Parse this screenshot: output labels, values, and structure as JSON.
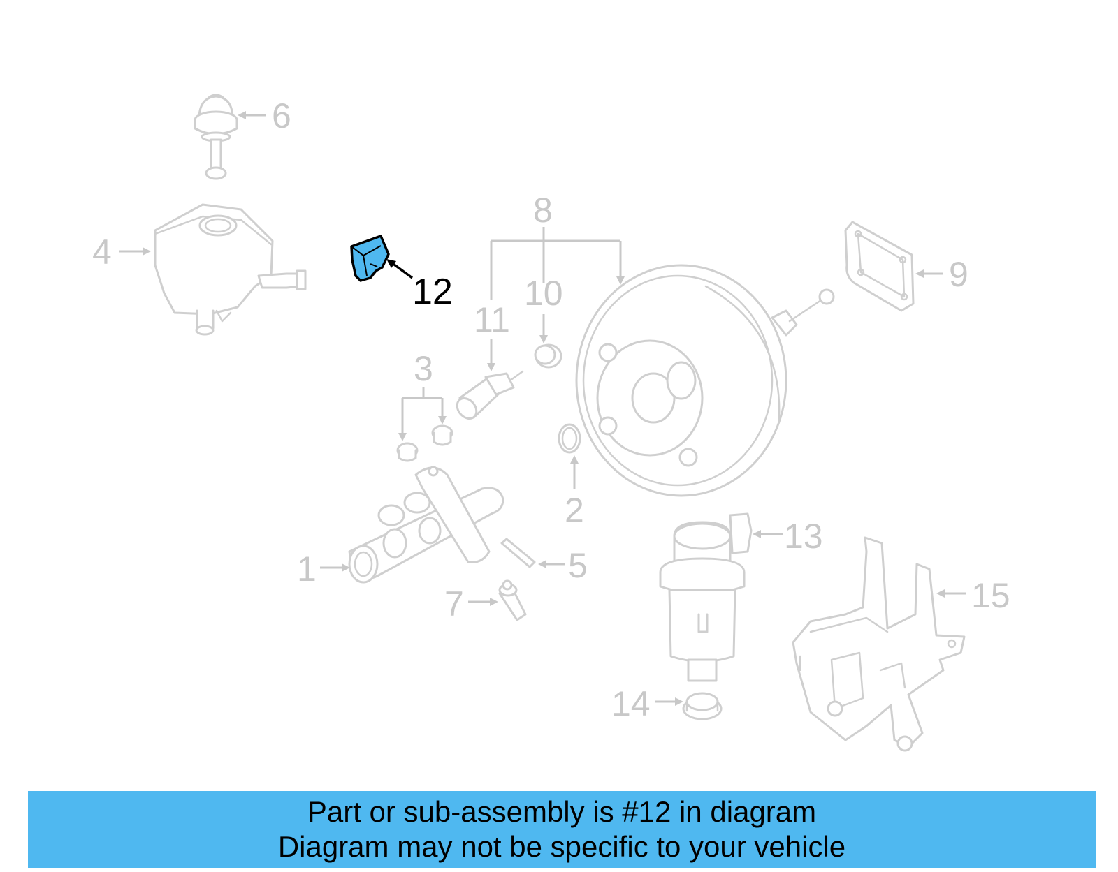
{
  "diagram": {
    "highlight_color": "#4fb8f0",
    "highlighted_part": "12",
    "callouts": {
      "c1": "1",
      "c2": "2",
      "c3": "3",
      "c4": "4",
      "c5": "5",
      "c6": "6",
      "c7": "7",
      "c8": "8",
      "c9": "9",
      "c10": "10",
      "c11": "11",
      "c12": "12",
      "c13": "13",
      "c14": "14",
      "c15": "15"
    }
  },
  "banner": {
    "line1": "Part or sub-assembly is #12 in diagram",
    "line2": "Diagram may not be specific to your vehicle",
    "background": "#4fb8f0"
  }
}
